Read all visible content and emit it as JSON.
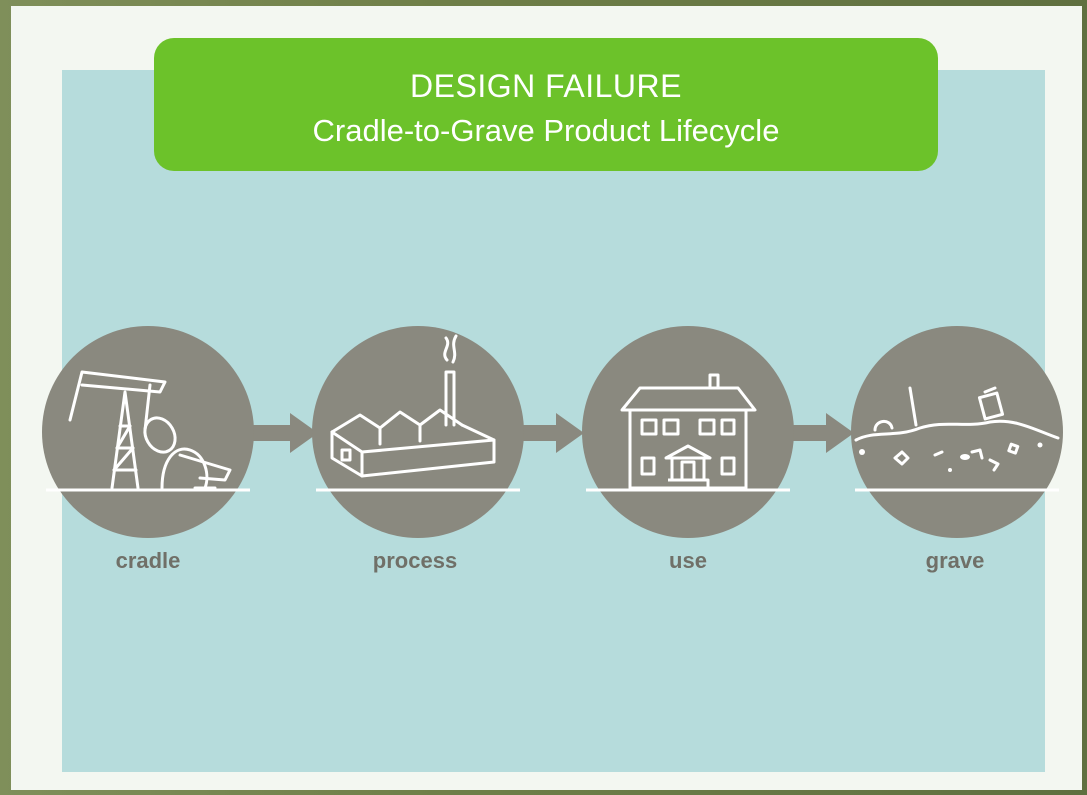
{
  "header": {
    "title": "DESIGN FAILURE",
    "subtitle": "Cradle-to-Grave Product Lifecycle"
  },
  "stages": [
    {
      "label": "cradle",
      "icon": "oil-pump-icon"
    },
    {
      "label": "process",
      "icon": "factory-icon"
    },
    {
      "label": "use",
      "icon": "house-icon"
    },
    {
      "label": "grave",
      "icon": "landfill-icon"
    }
  ],
  "colors": {
    "banner": "#6cc22a",
    "panel": "#b6dcdc",
    "circle": "#8a897f",
    "arrow": "#8a897f",
    "label": "#707068"
  }
}
